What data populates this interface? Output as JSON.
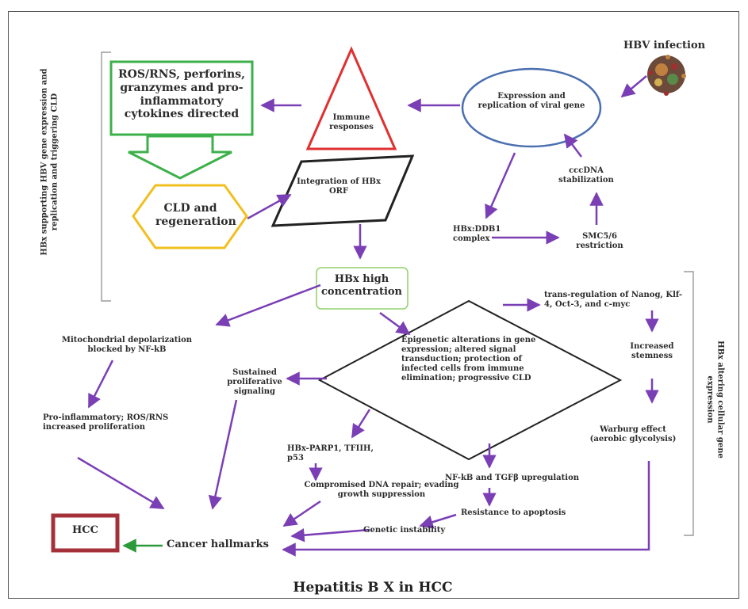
{
  "title": "Hepatitis B X in HCC",
  "nodes": {
    "hbv_infection": "HBV infection",
    "expression_replication": "Expression and replication of viral gene",
    "immune_responses": "Immune responses",
    "ros_box": "ROS/RNS, perforins, granzymes and pro-inflammatory cytokines directed",
    "cld_regeneration": "CLD and regeneration",
    "integration": "Integration of HBx ORF",
    "cccdna": "cccDNA stabilization",
    "hbx_ddb1": "HBx:DDB1 complex",
    "smc": "SMC5/6 restriction",
    "hbx_high": "HBx high concentration",
    "trans_regulation": "trans-regulation of Nanog, Klf-4, Oct-3, and c-myc",
    "stemness": "Increased stemness",
    "warburg": "Warburg effect (aerobic glycolysis)",
    "epigenetic": "Epigenetic alterations in gene expression; altered signal transduction; protection of infected cells from immune elimination; progressive CLD",
    "mito": "Mitochondrial depolarization blocked by NF-kB",
    "sustained": "Sustained proliferative signaling",
    "pro_inflam": "Pro-inflammatory; ROS/RNS increased proliferation",
    "parp": "HBx-PARP1, TFIIH, p53",
    "dna_repair": "Compromised DNA repair; evading growth suppression",
    "nfkb": "NF-kB and TGFβ upregulation",
    "apoptosis": "Resistance to apoptosis",
    "genetic": "Genetic instability",
    "hcc": "HCC",
    "hallmarks": "Cancer hallmarks"
  },
  "side_labels": {
    "left": "HBx supporting HBV gene expression and replication and triggering CLD",
    "right": "HBx altering cellular gene expression"
  },
  "colors": {
    "arrow": "#7b3fb5",
    "green_box": "#3cb04a",
    "triangle": "#e03030",
    "ellipse": "#4b6fb0",
    "hexagon": "#f0c020",
    "hcc_box": "#a4303a",
    "hcc_arrow": "#2a9a3a"
  }
}
